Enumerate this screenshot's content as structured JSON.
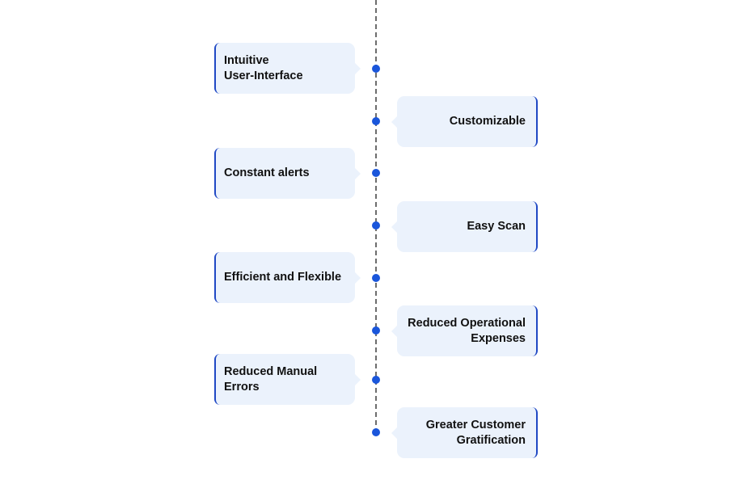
{
  "diagram": {
    "type": "alternating-vertical-timeline",
    "colors": {
      "dot": "#1a56db",
      "card_fill": "#ebf2fc",
      "card_accent": "#1f48c4",
      "axis": "#6d6d6d",
      "text": "#111111"
    },
    "items": [
      {
        "side": "left",
        "lines": [
          "Intuitive",
          "User-Interface"
        ]
      },
      {
        "side": "right",
        "lines": [
          "Customizable"
        ]
      },
      {
        "side": "left",
        "lines": [
          "Constant alerts"
        ]
      },
      {
        "side": "right",
        "lines": [
          "Easy Scan"
        ]
      },
      {
        "side": "left",
        "lines": [
          "Efficient and Flexible"
        ]
      },
      {
        "side": "right",
        "lines": [
          "Reduced Operational",
          "Expenses"
        ]
      },
      {
        "side": "left",
        "lines": [
          "Reduced Manual",
          "Errors"
        ]
      },
      {
        "side": "right",
        "lines": [
          "Greater Customer",
          "Gratification"
        ]
      }
    ]
  }
}
